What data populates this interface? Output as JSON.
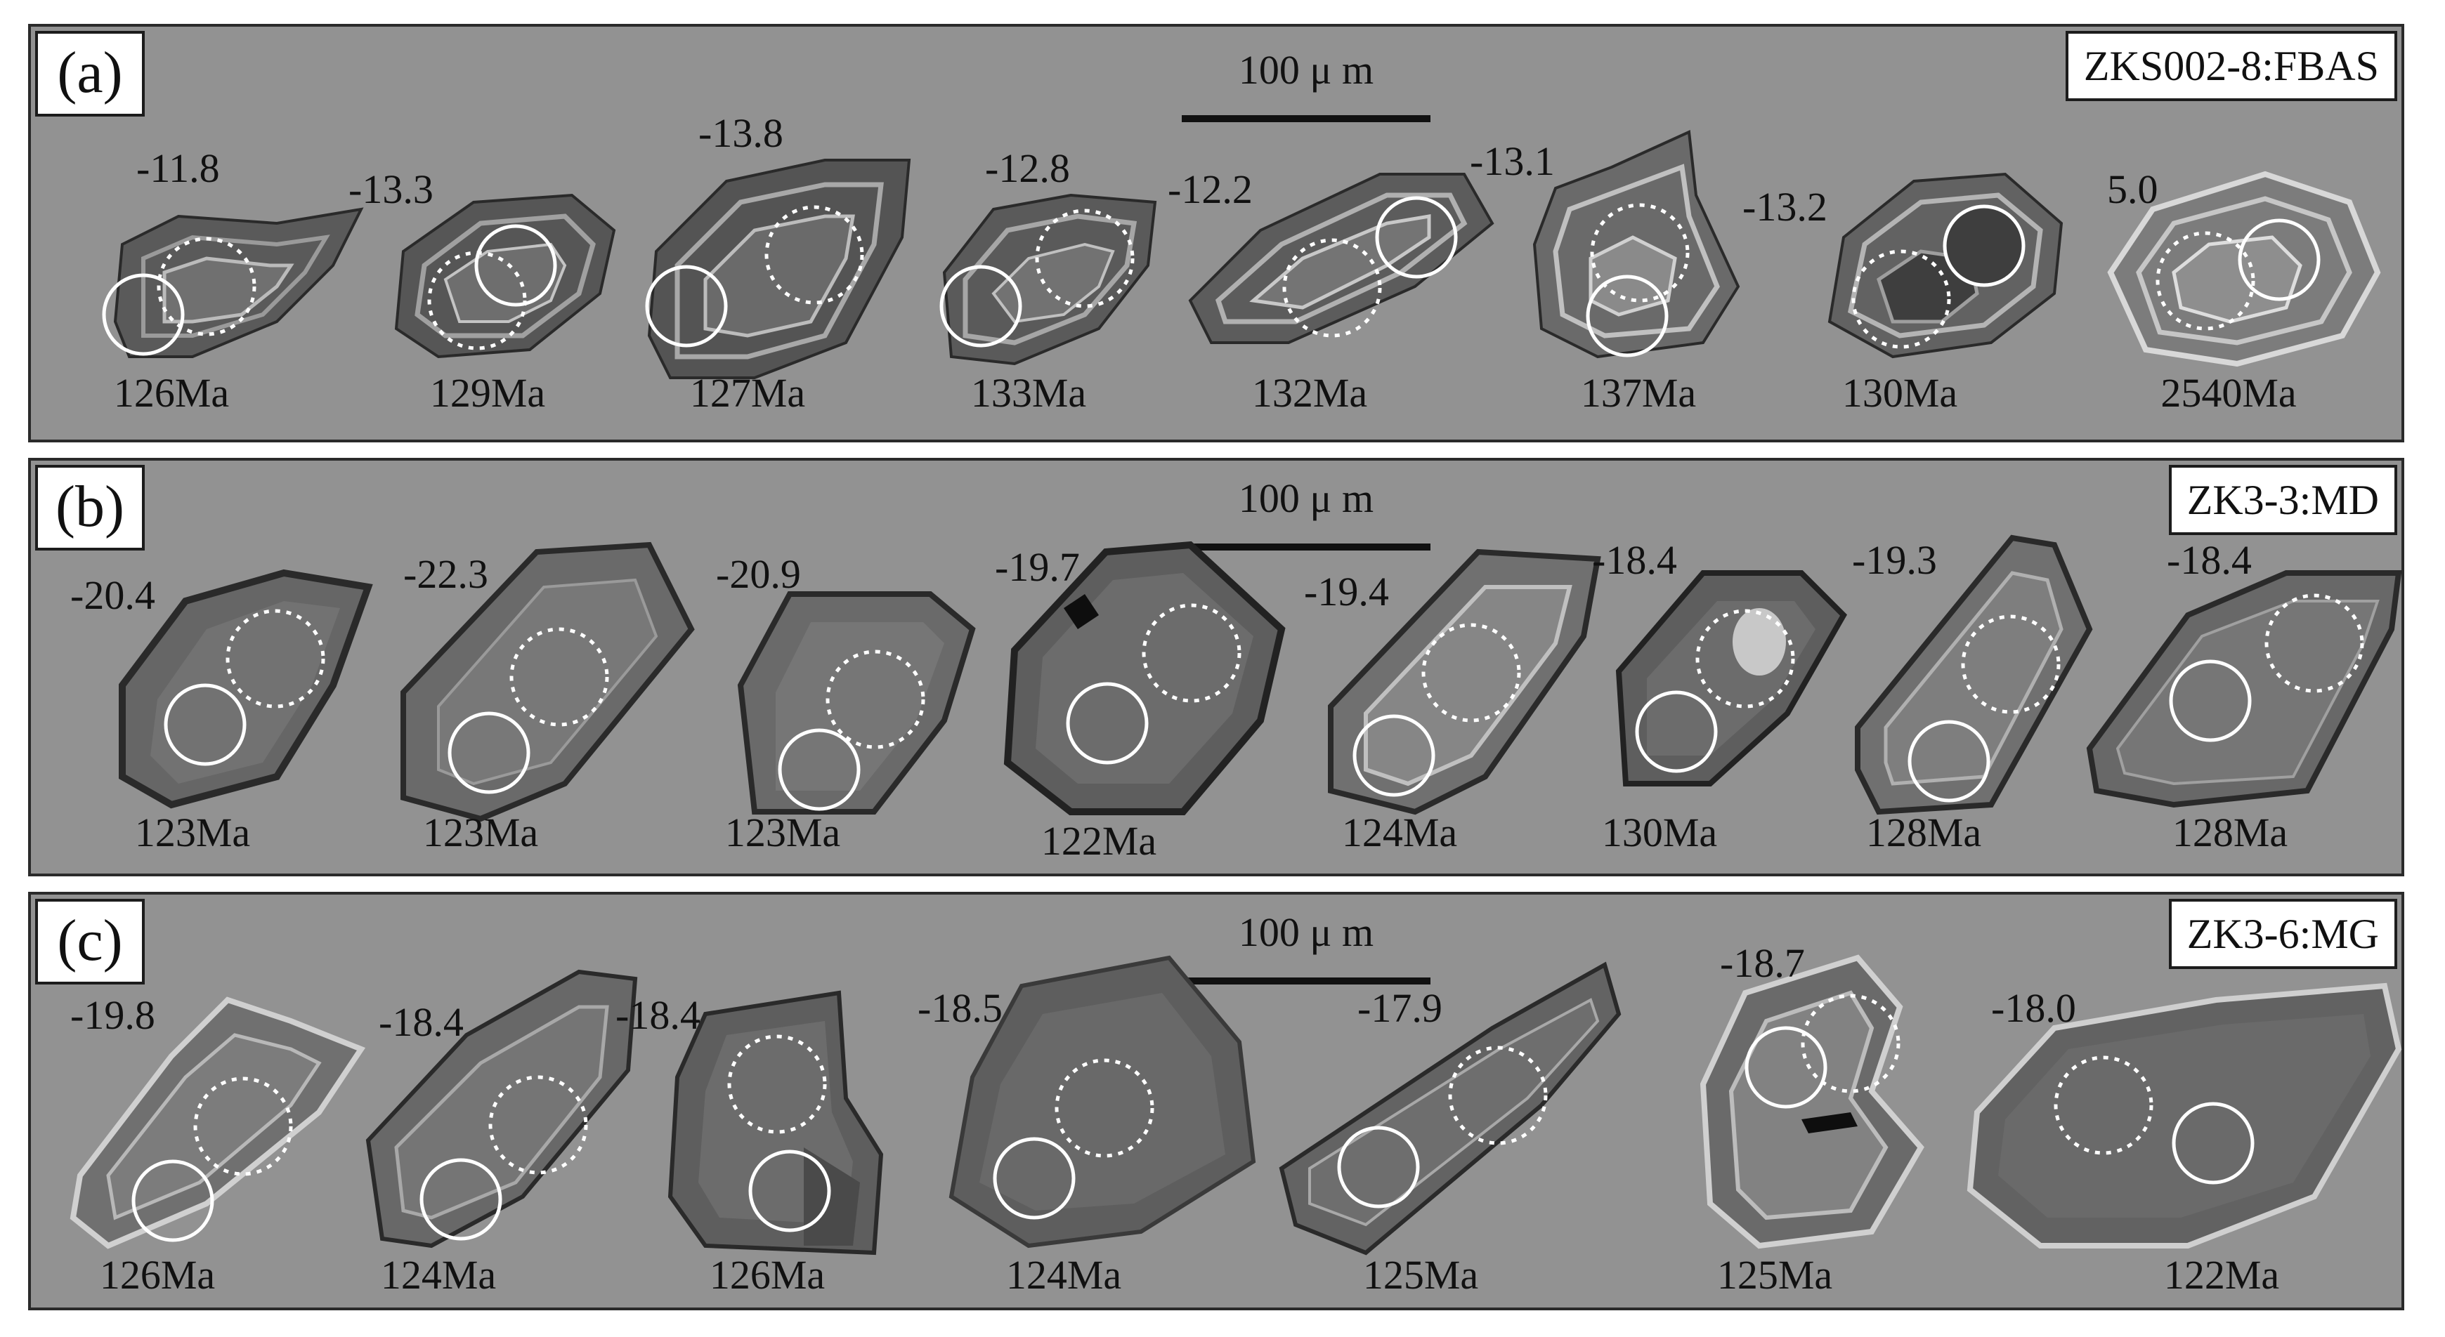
{
  "figure": {
    "panels": [
      {
        "id": "a",
        "label": "(a)",
        "sample": "ZKS002-8:FBAS",
        "scale_bar": "100 μ m",
        "style": "oscillatory",
        "grains": [
          {
            "eps_hf": "-11.8",
            "age": "126Ma"
          },
          {
            "eps_hf": "-13.3",
            "age": "129Ma"
          },
          {
            "eps_hf": "-13.8",
            "age": "127Ma"
          },
          {
            "eps_hf": "-12.8",
            "age": "133Ma"
          },
          {
            "eps_hf": "-12.2",
            "age": "132Ma"
          },
          {
            "eps_hf": "-13.1",
            "age": "137Ma"
          },
          {
            "eps_hf": "-13.2",
            "age": "130Ma"
          },
          {
            "eps_hf": "5.0",
            "age": "2540Ma"
          }
        ]
      },
      {
        "id": "b",
        "label": "(b)",
        "sample": "ZK3-3:MD",
        "scale_bar": "100 μ m",
        "style": "banded",
        "grains": [
          {
            "eps_hf": "-20.4",
            "age": "123Ma"
          },
          {
            "eps_hf": "-22.3",
            "age": "123Ma"
          },
          {
            "eps_hf": "-20.9",
            "age": "123Ma"
          },
          {
            "eps_hf": "-19.7",
            "age": "122Ma"
          },
          {
            "eps_hf": "-19.4",
            "age": "124Ma"
          },
          {
            "eps_hf": "-18.4",
            "age": "130Ma"
          },
          {
            "eps_hf": "-19.3",
            "age": "128Ma"
          },
          {
            "eps_hf": "-18.4",
            "age": "128Ma"
          }
        ]
      },
      {
        "id": "c",
        "label": "(c)",
        "sample": "ZK3-6:MG",
        "scale_bar": "100 μ m",
        "style": "dark",
        "grains": [
          {
            "eps_hf": "-19.8",
            "age": "126Ma"
          },
          {
            "eps_hf": "-18.4",
            "age": "124Ma"
          },
          {
            "eps_hf": "-18.4",
            "age": "126Ma"
          },
          {
            "eps_hf": "-18.5",
            "age": "124Ma"
          },
          {
            "eps_hf": "-17.9",
            "age": "125Ma"
          },
          {
            "eps_hf": "-18.7",
            "age": "125Ma"
          },
          {
            "eps_hf": "-18.0",
            "age": "122Ma"
          }
        ]
      }
    ],
    "colors": {
      "panel_background": "#929292",
      "uPb_spot": "#ffffff",
      "hf_spot": "#ffffff"
    }
  }
}
